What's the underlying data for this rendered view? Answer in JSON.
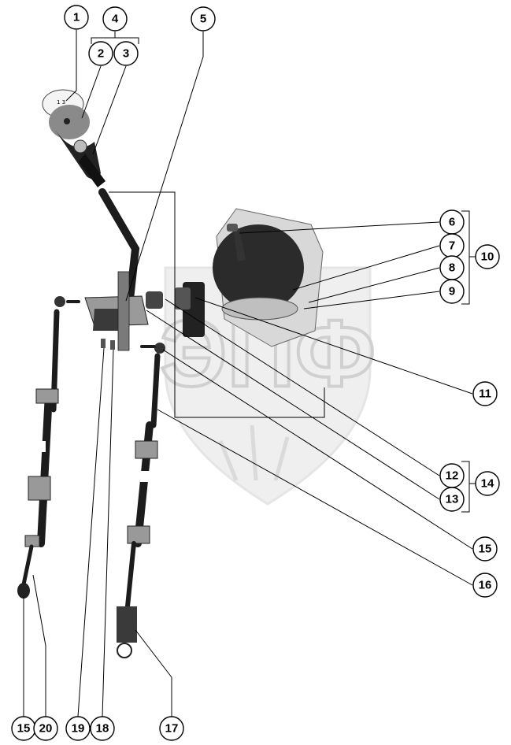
{
  "diagram": {
    "watermark_text": "ЭПФ",
    "callouts": [
      "1",
      "2",
      "3",
      "4",
      "5",
      "6",
      "7",
      "8",
      "9",
      "10",
      "11",
      "12",
      "13",
      "14",
      "15",
      "16",
      "15",
      "20",
      "19",
      "18",
      "17"
    ]
  }
}
